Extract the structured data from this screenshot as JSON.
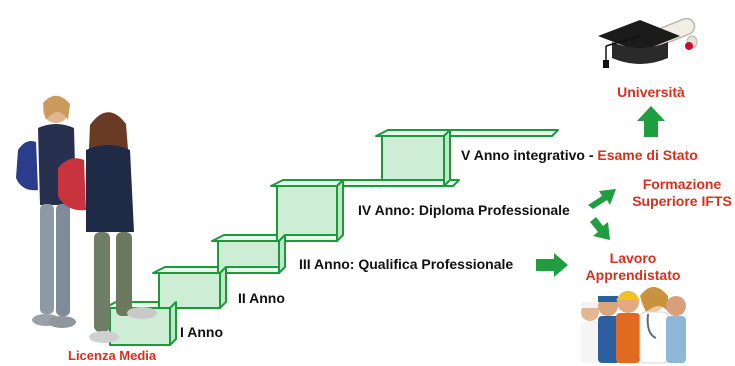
{
  "steps": {
    "year1": "I Anno",
    "year2": "II Anno",
    "year3": "III Anno: Qualifica Professionale",
    "year4": "IV Anno: Diploma Professionale",
    "year5_prefix": "V Anno integrativo - ",
    "year5_exam": "Esame di Stato"
  },
  "start": {
    "label": "Licenza Media"
  },
  "outcomes": {
    "university": "Università",
    "ifts_line1": "Formazione",
    "ifts_line2": "Superiore IFTS",
    "work_line1": "Lavoro",
    "work_line2": "Apprendistato"
  },
  "icons": {
    "students": "students-illustration",
    "graduation": "graduation-cap-diploma-icon",
    "workers": "workers-group-illustration",
    "arrow": "green-arrow"
  },
  "colors": {
    "stair_fill": "#cdeed4",
    "stair_stroke": "#1a9a3a",
    "arrow": "#1e9e3e",
    "accent_red": "#d6311e"
  }
}
